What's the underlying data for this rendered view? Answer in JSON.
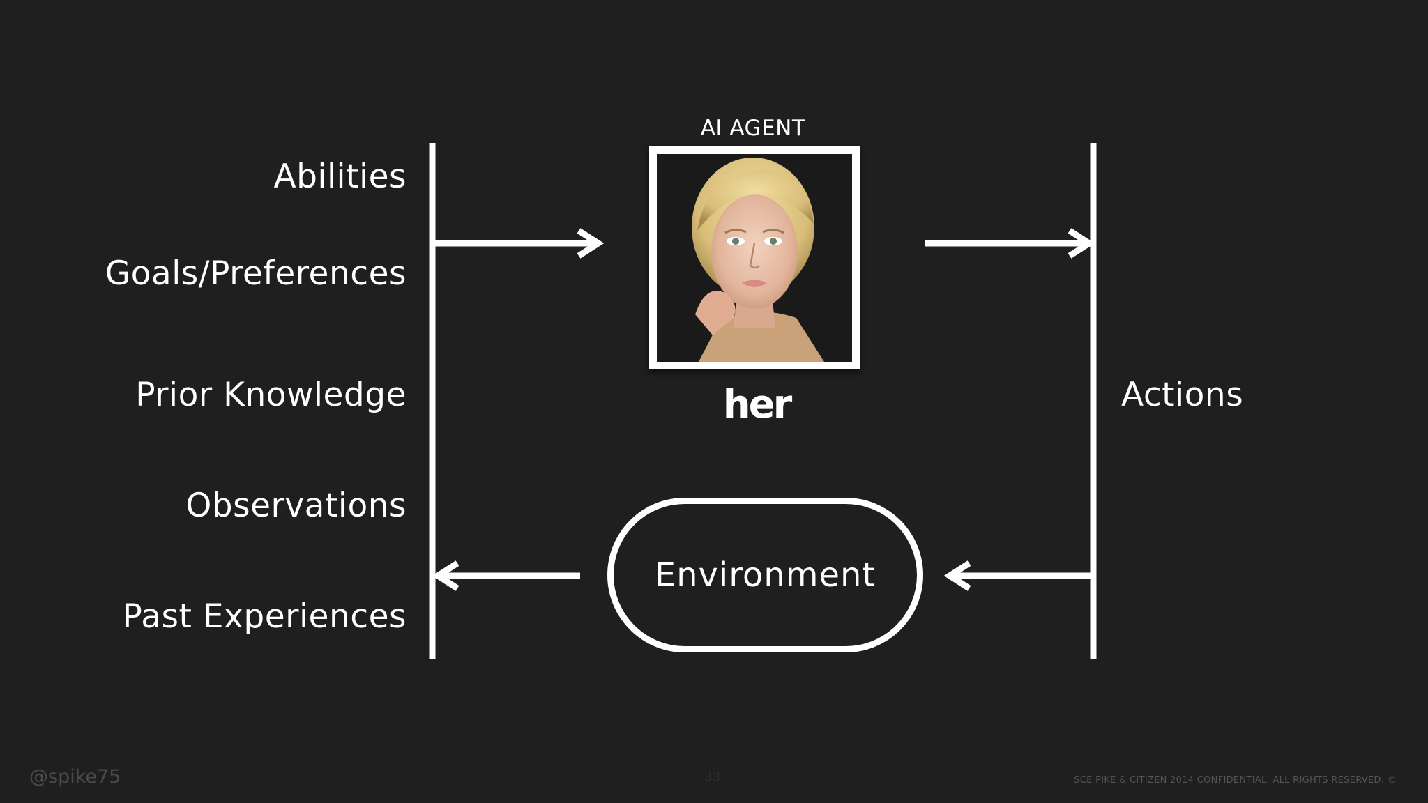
{
  "agent": {
    "title": "AI AGENT",
    "movie_title": "her",
    "photo_description_name": "agent-portrait"
  },
  "inputs": [
    "Abilities",
    "Goals/Preferences",
    "Prior Knowledge",
    "Observations",
    "Past Experiences"
  ],
  "outputs": {
    "actions": "Actions"
  },
  "environment": {
    "label": "Environment"
  },
  "footer": {
    "handle": "@spike75",
    "page_number": "33",
    "copyright": "SCE PIKE & CITIZEN  2014 CONFIDENTIAL. ALL RIGHTS RESERVED. ©"
  },
  "colors": {
    "background": "#1f1f1f",
    "foreground": "#ffffff",
    "footer_text": "#4a4a4a"
  }
}
